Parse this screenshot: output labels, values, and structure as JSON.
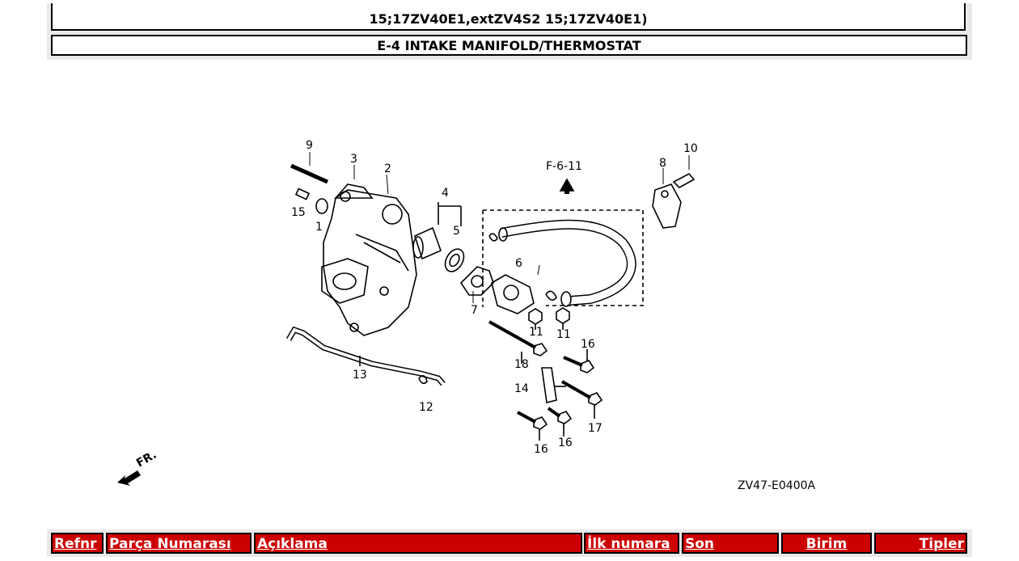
{
  "header": {
    "models": "15;17ZV40E1,extZV4S2 15;17ZV40E1)",
    "section_title": "E-4 INTAKE MANIFOLD/THERMOSTAT"
  },
  "diagram": {
    "reference": "F-6-11",
    "code": "ZV47-E0400A",
    "front_label": "FR.",
    "callouts": [
      "9",
      "3",
      "2",
      "15",
      "1",
      "4",
      "5",
      "6",
      "7",
      "8",
      "10",
      "11",
      "11",
      "13",
      "12",
      "18",
      "16",
      "14",
      "17",
      "16",
      "16"
    ]
  },
  "table": {
    "columns": [
      "Refnr",
      "Parça Numarası",
      "Açıklama",
      "İlk numara",
      "Son",
      "Birim",
      "Tipler"
    ]
  }
}
